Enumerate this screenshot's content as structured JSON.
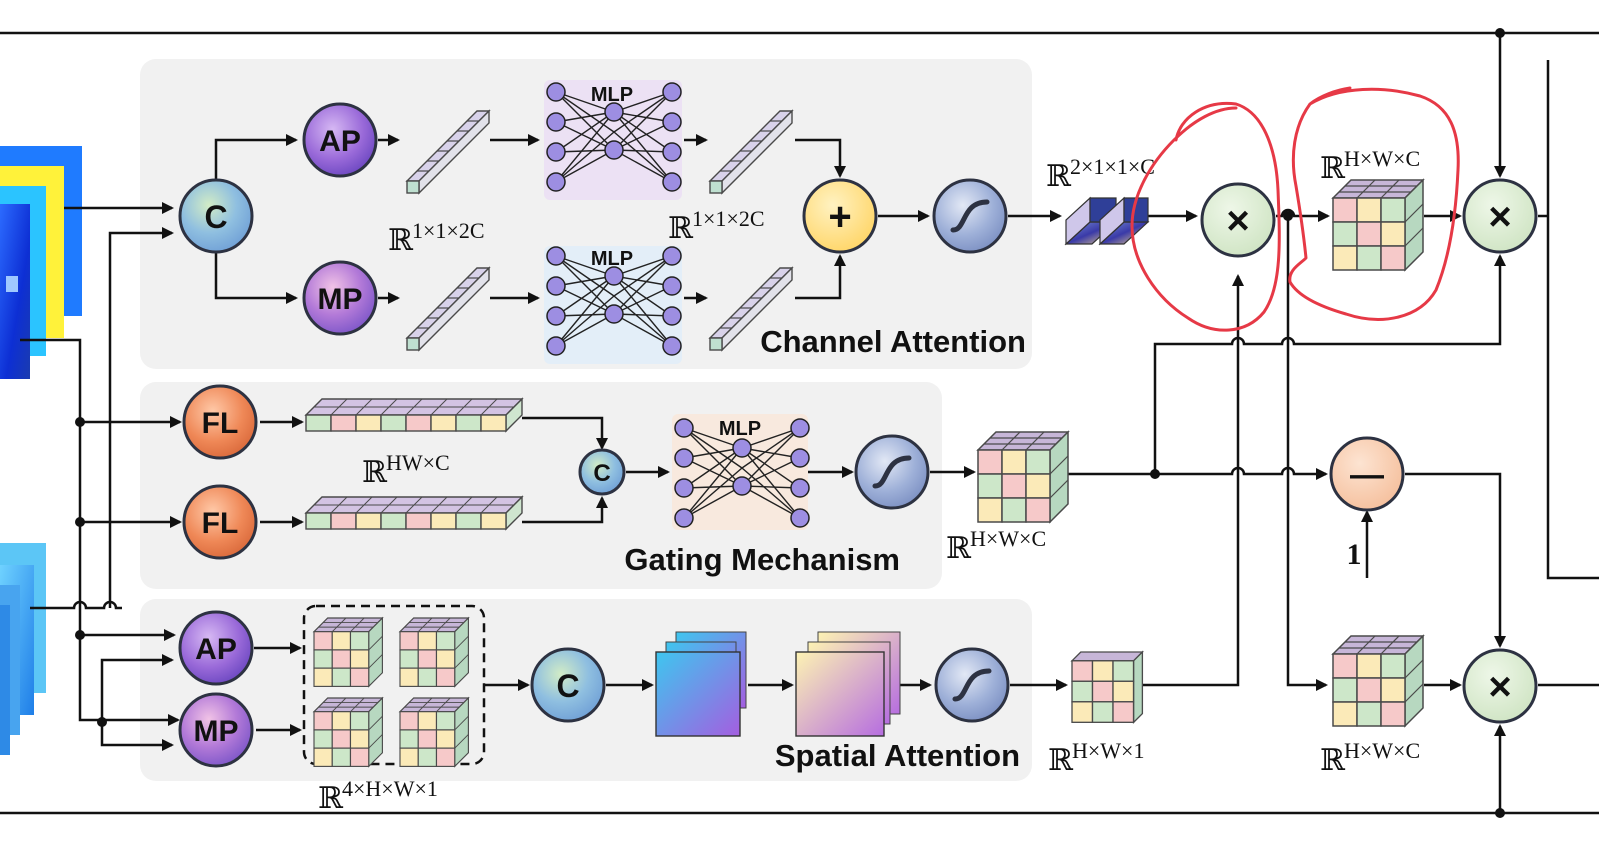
{
  "colors": {
    "panel_bg": "#f1f1f1",
    "wire": "#111111",
    "ap_node": "#8b5fd6",
    "fl_node": "#ee8455",
    "concat_node": "#7fb0dd",
    "add_node": "#ffd86a",
    "mul_node": "#d8ead0",
    "minus_node": "#f7c8a8",
    "sigmoid_node": "#8da3cf",
    "annotation": "#e63946"
  },
  "panels": {
    "channel": {
      "title": "Channel Attention"
    },
    "gating": {
      "title": "Gating Mechanism"
    },
    "spatial": {
      "title": "Spatial Attention"
    }
  },
  "nodes": {
    "concat": "C",
    "avg_pool": "AP",
    "max_pool": "MP",
    "flatten": "FL",
    "add": "+",
    "multiply": "×",
    "minus": "—",
    "one": "1"
  },
  "mlp": {
    "label": "MLP"
  },
  "dims": {
    "r1x1x2c": "1×1×2C",
    "r2x1x1c": "2×1×1×C",
    "rhwc": "H×W×C",
    "rhw_c": "HW×C",
    "rhw1": "H×W×1",
    "r4hw1": "4×H×W×1"
  },
  "symbols": {
    "real": "ℝ"
  },
  "icons": {
    "sigmoid": "sigmoid-curve-icon",
    "feature_cube": "feature-cube-icon",
    "feature_bar": "feature-vector-icon",
    "feature_map": "feature-map-icon",
    "mlp": "mlp-network-icon"
  }
}
